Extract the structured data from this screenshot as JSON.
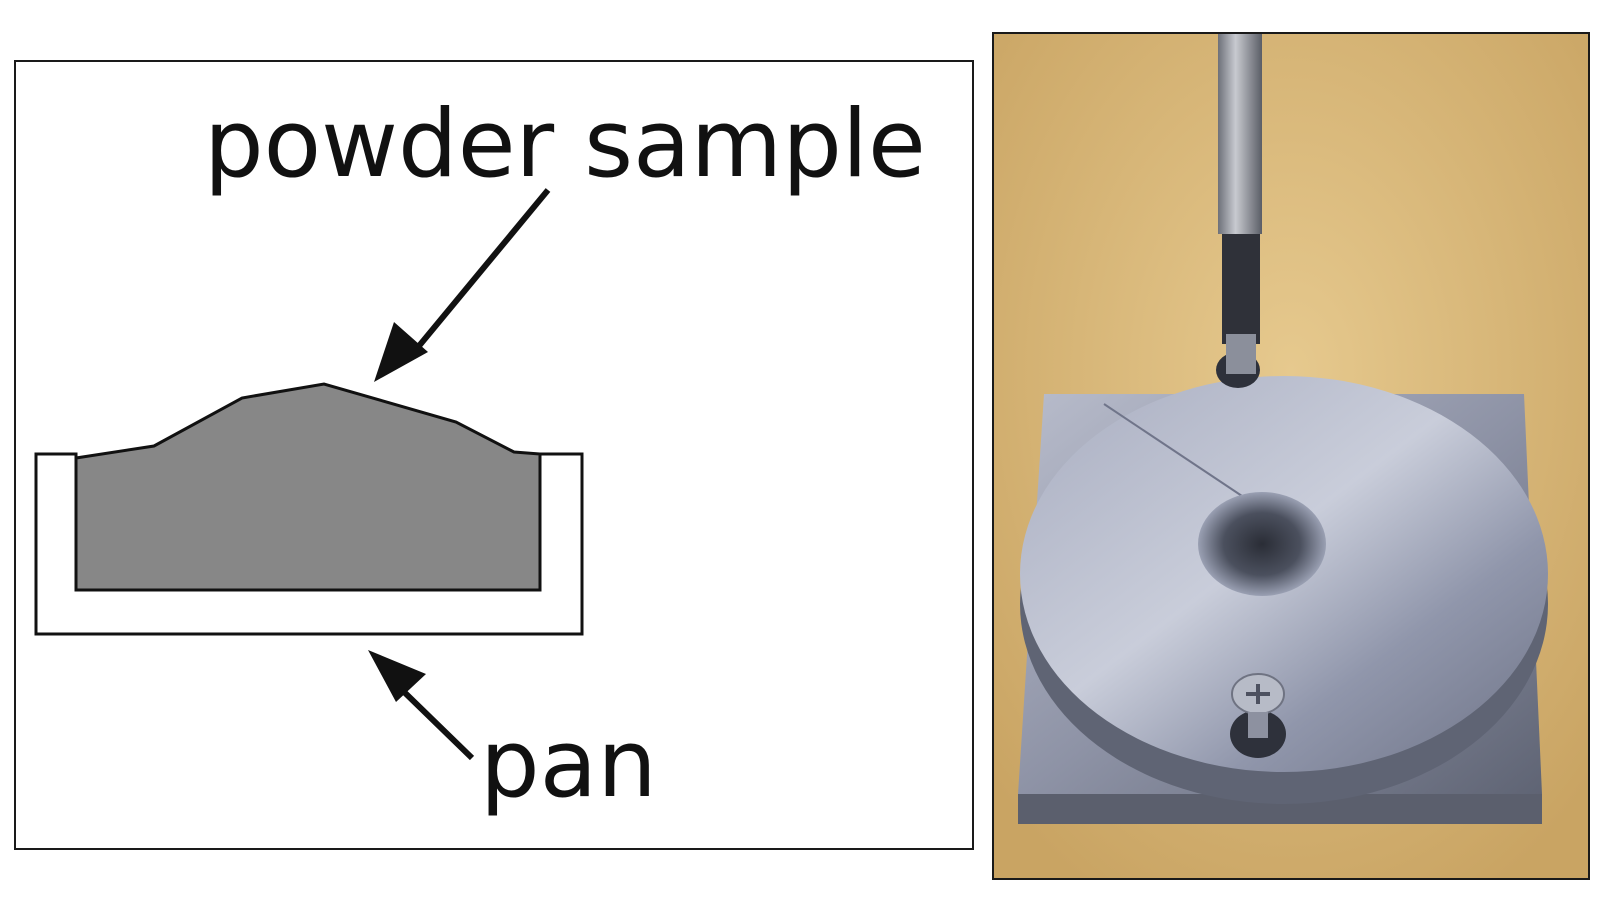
{
  "diagram": {
    "labels": {
      "powder_sample": "powder sample",
      "pan": "pan"
    },
    "colors": {
      "powder_fill": "#878787",
      "outline": "#111111",
      "pan_fill": "#ffffff"
    }
  },
  "photo": {
    "subject": "sample holder with screws and rod",
    "colors": {
      "background": "#d9b877",
      "metal": "#9ea3b6",
      "metal_dark": "#5e6272"
    }
  }
}
